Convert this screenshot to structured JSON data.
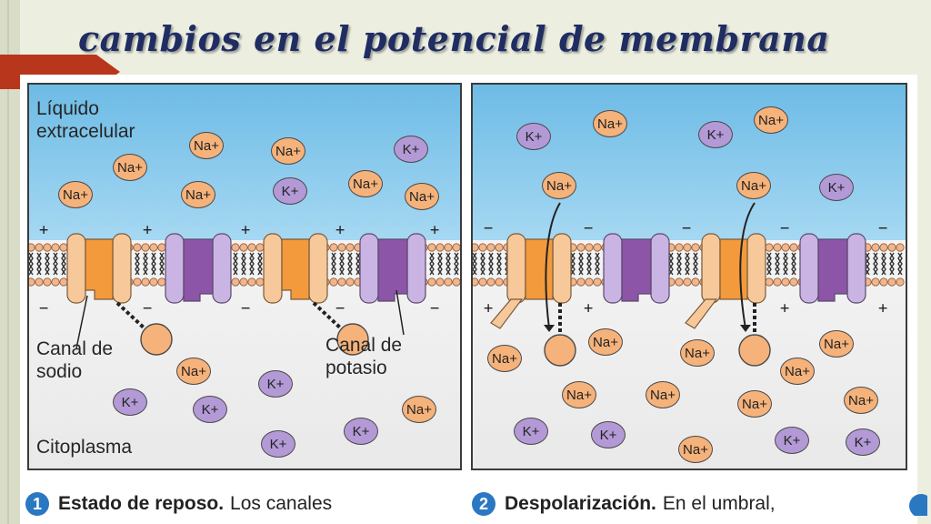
{
  "slide": {
    "title": "cambios en el potencial de membrana"
  },
  "panel1": {
    "labels": {
      "extracellular": "Líquido extracelular",
      "sodium_channel": "Canal de sodio",
      "potassium_channel": "Canal de potasio",
      "cytoplasm": "Citoplasma"
    },
    "top_charge": "+",
    "bottom_charge": "−"
  },
  "panel2": {
    "top_charge": "−",
    "bottom_charge": "+"
  },
  "ions": {
    "na": "Na+",
    "k": "K+"
  },
  "captions": [
    {
      "number": "1",
      "bold": "Estado de reposo.",
      "text": "Los canales"
    },
    {
      "number": "2",
      "bold": "Despolarización.",
      "text": "En el umbral,"
    }
  ],
  "colors": {
    "title": "#1f2d63",
    "extracellular": "#8ccbed",
    "sodium": "#f5b27a",
    "potassium": "#b39ad6",
    "na_channel": "#f39a3c",
    "k_channel": "#8c55a8",
    "step_badge": "#2a78c2"
  }
}
